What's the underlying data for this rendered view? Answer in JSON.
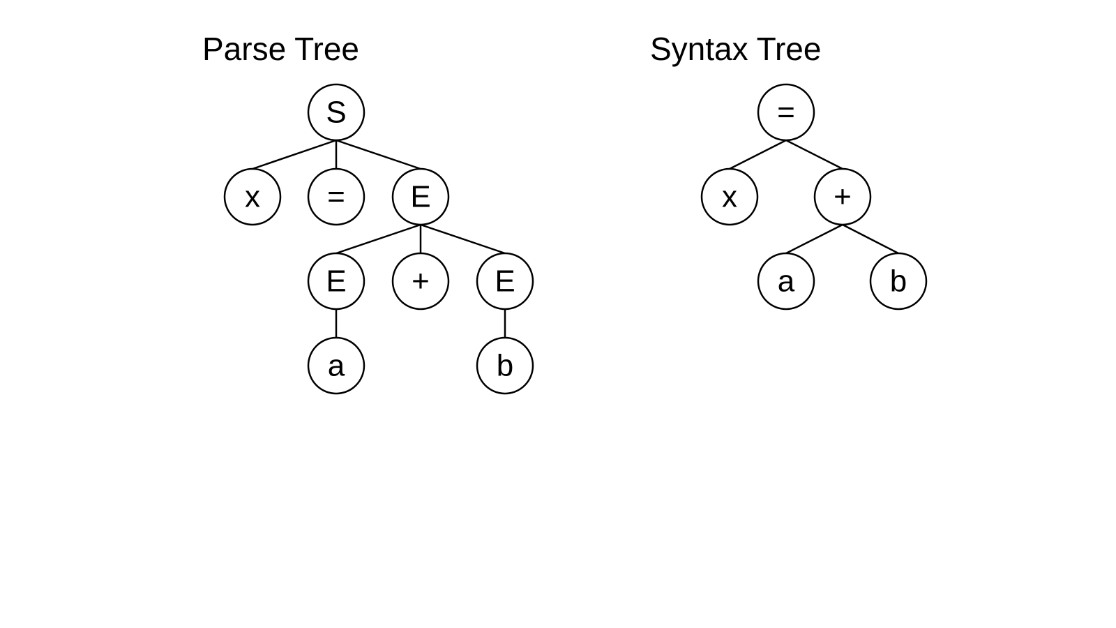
{
  "parse_tree": {
    "title": "Parse Tree",
    "nodes": [
      {
        "id": "S",
        "label": "S"
      },
      {
        "id": "x",
        "label": "x"
      },
      {
        "id": "eq",
        "label": "="
      },
      {
        "id": "E1",
        "label": "E"
      },
      {
        "id": "E2",
        "label": "E"
      },
      {
        "id": "plus",
        "label": "+"
      },
      {
        "id": "E3",
        "label": "E"
      },
      {
        "id": "a",
        "label": "a"
      },
      {
        "id": "b",
        "label": "b"
      }
    ],
    "edges": [
      [
        "S",
        "x"
      ],
      [
        "S",
        "eq"
      ],
      [
        "S",
        "E1"
      ],
      [
        "E1",
        "E2"
      ],
      [
        "E1",
        "plus"
      ],
      [
        "E1",
        "E3"
      ],
      [
        "E2",
        "a"
      ],
      [
        "E3",
        "b"
      ]
    ]
  },
  "syntax_tree": {
    "title": "Syntax Tree",
    "nodes": [
      {
        "id": "eq",
        "label": "="
      },
      {
        "id": "x",
        "label": "x"
      },
      {
        "id": "plus",
        "label": "+"
      },
      {
        "id": "a",
        "label": "a"
      },
      {
        "id": "b",
        "label": "b"
      }
    ],
    "edges": [
      [
        "eq",
        "x"
      ],
      [
        "eq",
        "plus"
      ],
      [
        "plus",
        "a"
      ],
      [
        "plus",
        "b"
      ]
    ]
  }
}
